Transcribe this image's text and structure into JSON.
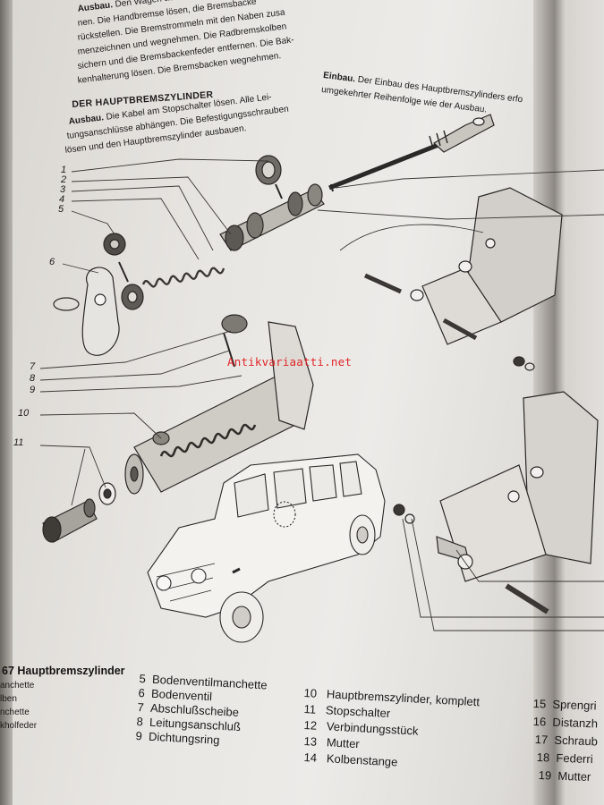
{
  "top_text": [
    {
      "lead": "Ausbau.",
      "text": " Den Wagen aufbocken u"
    },
    {
      "lead": "",
      "text": "nen. Die Handbremse lösen, die Bremsbacke"
    },
    {
      "lead": "",
      "text": "rückstellen. Die Bremstrommeln mit den Naben zusa"
    },
    {
      "lead": "",
      "text": "menzeichnen und wegnehmen. Die Radbremskolben"
    },
    {
      "lead": "",
      "text": "sichern und die Bremsbackenfeder entfernen. Die Bak-"
    },
    {
      "lead": "",
      "text": "kenhalterung lösen. Die Bremsbacken wegnehmen."
    }
  ],
  "section_heading": "DER HAUPTBREMSZYLINDER",
  "section_text": [
    {
      "lead": "Ausbau.",
      "text": " Die Kabel am Stopschalter lösen. Alle Lei-"
    },
    {
      "lead": "",
      "text": "tungsanschlüsse abhängen. Die Befestigungsschrauben"
    },
    {
      "lead": "",
      "text": "lösen und den Hauptbremszylinder ausbauen."
    }
  ],
  "install_text": [
    {
      "lead": "Einbau.",
      "text": " Der Einbau des Hauptbremszylinders erfo"
    },
    {
      "lead": "",
      "text": "umgekehrter Reihenfolge wie der Ausbau."
    }
  ],
  "callouts": [
    "1",
    "2",
    "3",
    "4",
    "5",
    "6",
    "7",
    "8",
    "9",
    "10",
    "11"
  ],
  "watermark": "Antikvariaatti.net",
  "caption": {
    "figure": "67 Hauptbremszylinder",
    "left_fragments": [
      "anchette",
      "lben",
      "nchette",
      "kholfeder"
    ],
    "col1": [
      {
        "n": "5",
        "label": "Bodenventilmanchette"
      },
      {
        "n": "6",
        "label": "Bodenventil"
      },
      {
        "n": "7",
        "label": "Abschlußscheibe"
      },
      {
        "n": "8",
        "label": "Leitungsanschluß"
      },
      {
        "n": "9",
        "label": "Dichtungsring"
      }
    ],
    "col2": [
      {
        "n": "10",
        "label": "Hauptbremszylinder, komplett"
      },
      {
        "n": "11",
        "label": "Stopschalter"
      },
      {
        "n": "12",
        "label": "Verbindungsstück"
      },
      {
        "n": "13",
        "label": "Mutter"
      },
      {
        "n": "14",
        "label": "Kolbenstange"
      }
    ],
    "col3": [
      {
        "n": "15",
        "label": "Sprengri"
      },
      {
        "n": "16",
        "label": "Distanzh"
      },
      {
        "n": "17",
        "label": "Schraub"
      },
      {
        "n": "18",
        "label": "Federri"
      },
      {
        "n": "19",
        "label": "Mutter"
      }
    ]
  }
}
